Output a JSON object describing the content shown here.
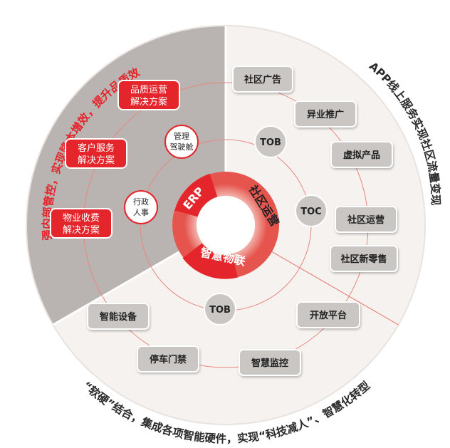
{
  "arc_texts": {
    "left": "加强内部管控，实现降本增效，提升品质效果",
    "right": "APP线上服务实现社区流量变现",
    "bottom": "“软硬”结合，集成各项智能硬件，实现“科技减人”、智慧化转型"
  },
  "center": {
    "erp": "ERP",
    "community_ops": "社区运营",
    "smart_iot": "智慧物联"
  },
  "inner_nodes": {
    "management_cockpit": [
      "管理",
      "驾驶舱"
    ],
    "admin_hr": [
      "行政",
      "人事"
    ]
  },
  "red_solutions": [
    {
      "line1": "品质运营",
      "line2": "解决方案"
    },
    {
      "line1": "客户服务",
      "line2": "解决方案"
    },
    {
      "line1": "物业收费",
      "line2": "解决方案"
    }
  ],
  "circle_labels": {
    "tob_top": "TOB",
    "toc": "TOC",
    "tob_bottom": "TOB"
  },
  "gray_boxes": {
    "community_ads": "社区广告",
    "cross_promotion": "异业推广",
    "virtual_products": "虚拟产品",
    "community_ops": "社区运营",
    "community_retail": "社区新零售",
    "open_platform": "开放平台",
    "smart_monitoring": "智慧监控",
    "parking_access": "停车门禁",
    "smart_devices": "智能设备"
  },
  "colors": {
    "red": "#e5252c",
    "gray_sector": "#b9b4b2",
    "light_sector": "#f6f2ef",
    "box_gray": "#c9c6c4",
    "box_border": "#8f8a87",
    "line_red": "#e8867f"
  }
}
